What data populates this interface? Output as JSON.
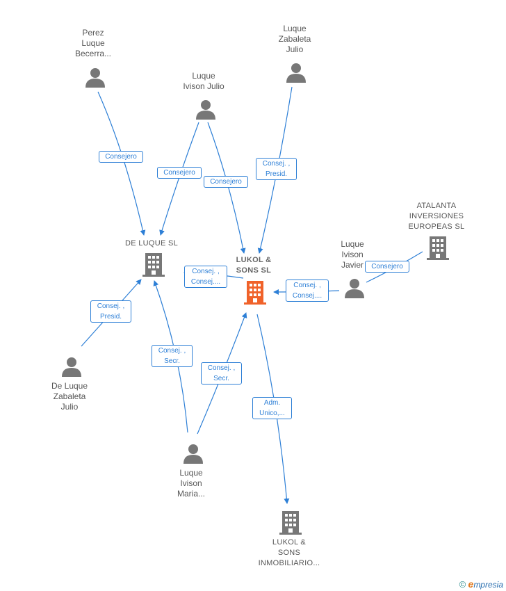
{
  "people": [
    {
      "id": "perez",
      "lines": [
        "Perez",
        "Luque",
        "Becerra..."
      ]
    },
    {
      "id": "luque-zabaleta",
      "lines": [
        "Luque",
        "Zabaleta",
        "Julio"
      ]
    },
    {
      "id": "luque-ivison-julio",
      "lines": [
        "Luque",
        "Ivison Julio"
      ]
    },
    {
      "id": "luque-ivison-javier",
      "lines": [
        "Luque",
        "Ivison",
        "Javier"
      ]
    },
    {
      "id": "de-luque-zabaleta",
      "lines": [
        "De Luque",
        "Zabaleta",
        "Julio"
      ]
    },
    {
      "id": "luque-ivison-maria",
      "lines": [
        "Luque",
        "Ivison",
        "Maria..."
      ]
    }
  ],
  "companies": [
    {
      "id": "de-luque-sl",
      "lines": [
        "DE LUQUE SL"
      ]
    },
    {
      "id": "lukol-sons",
      "lines": [
        "LUKOL &",
        "SONS  SL"
      ]
    },
    {
      "id": "atalanta",
      "lines": [
        "ATALANTA",
        "INVERSIONES",
        "EUROPEAS  SL"
      ]
    },
    {
      "id": "lukol-inmobiliario",
      "lines": [
        "LUKOL &",
        "SONS",
        "INMOBILIARIO..."
      ]
    }
  ],
  "edges": [
    {
      "id": "e1",
      "lines": [
        "Consejero"
      ]
    },
    {
      "id": "e2",
      "lines": [
        "Consejero"
      ]
    },
    {
      "id": "e3",
      "lines": [
        "Consejero"
      ]
    },
    {
      "id": "e4",
      "lines": [
        "Consej. ,",
        "Presid."
      ]
    },
    {
      "id": "e5",
      "lines": [
        "Consej. ,",
        "Consej...."
      ]
    },
    {
      "id": "e6",
      "lines": [
        "Consej. ,",
        "Consej...."
      ]
    },
    {
      "id": "e7",
      "lines": [
        "Consejero"
      ]
    },
    {
      "id": "e8",
      "lines": [
        "Consej. ,",
        "Presid."
      ]
    },
    {
      "id": "e9",
      "lines": [
        "Consej. ,",
        "Secr."
      ]
    },
    {
      "id": "e10",
      "lines": [
        "Consej. ,",
        "Secr."
      ]
    },
    {
      "id": "e11",
      "lines": [
        "Adm.",
        "Unico,..."
      ]
    }
  ],
  "colors": {
    "edge": "#2d7fd6",
    "node": "#777777",
    "highlight": "#f0622a"
  },
  "footer": {
    "copyright": "©",
    "brand_first": "e",
    "brand_rest": "mpresia"
  }
}
